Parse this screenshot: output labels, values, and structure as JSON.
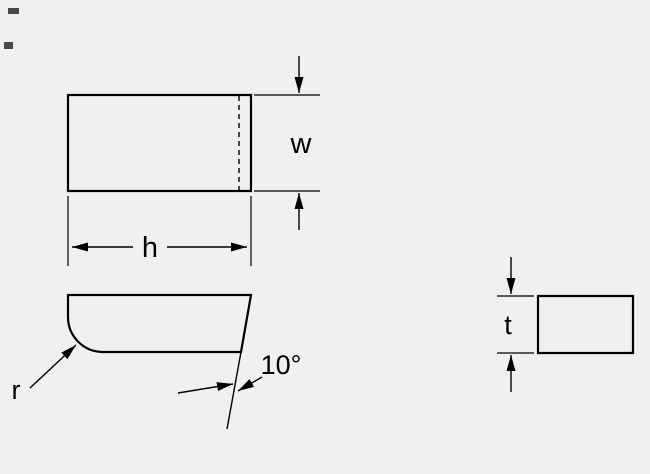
{
  "colors": {
    "background": "#f0f0f0",
    "line": "#000000"
  },
  "labels": {
    "width": "w",
    "length": "h",
    "radius": "r",
    "angle": "10°",
    "thickness": "t"
  }
}
